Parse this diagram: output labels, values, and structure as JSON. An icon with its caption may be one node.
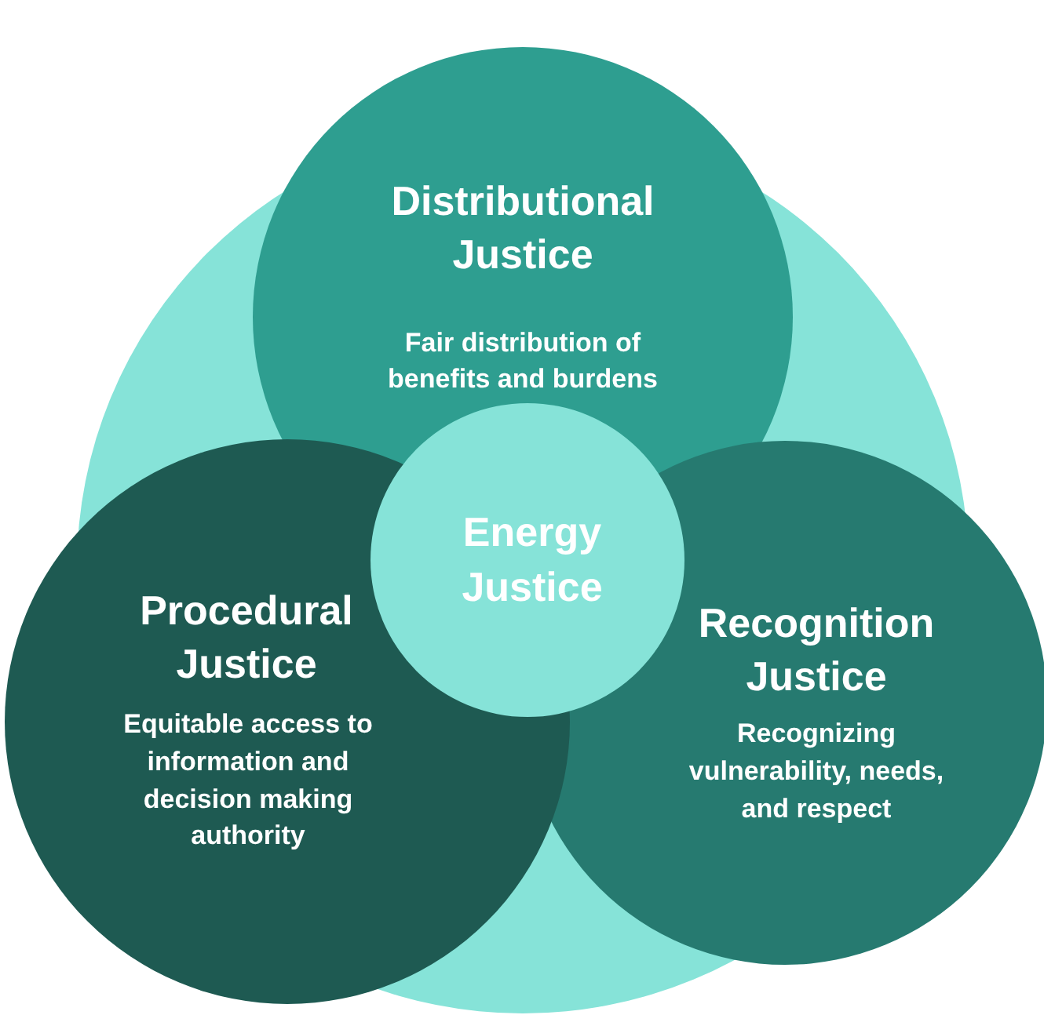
{
  "diagram": {
    "nodes": [
      {
        "text": [],
        "shape": "circle"
      },
      {
        "text": [
          "Distributional Justice",
          "Fair distribution of benefits and burdens"
        ]
      },
      {
        "text": [
          "Energy Justice"
        ],
        "in": 0
      },
      {
        "text": [
          "Procedural Justice",
          "Equitable access to information and decision making authority"
        ]
      },
      {
        "text": [
          "Recognition Justice",
          "Recognizing vulnerability, needs, and respect"
        ]
      }
    ],
    "edges": []
  }
}
